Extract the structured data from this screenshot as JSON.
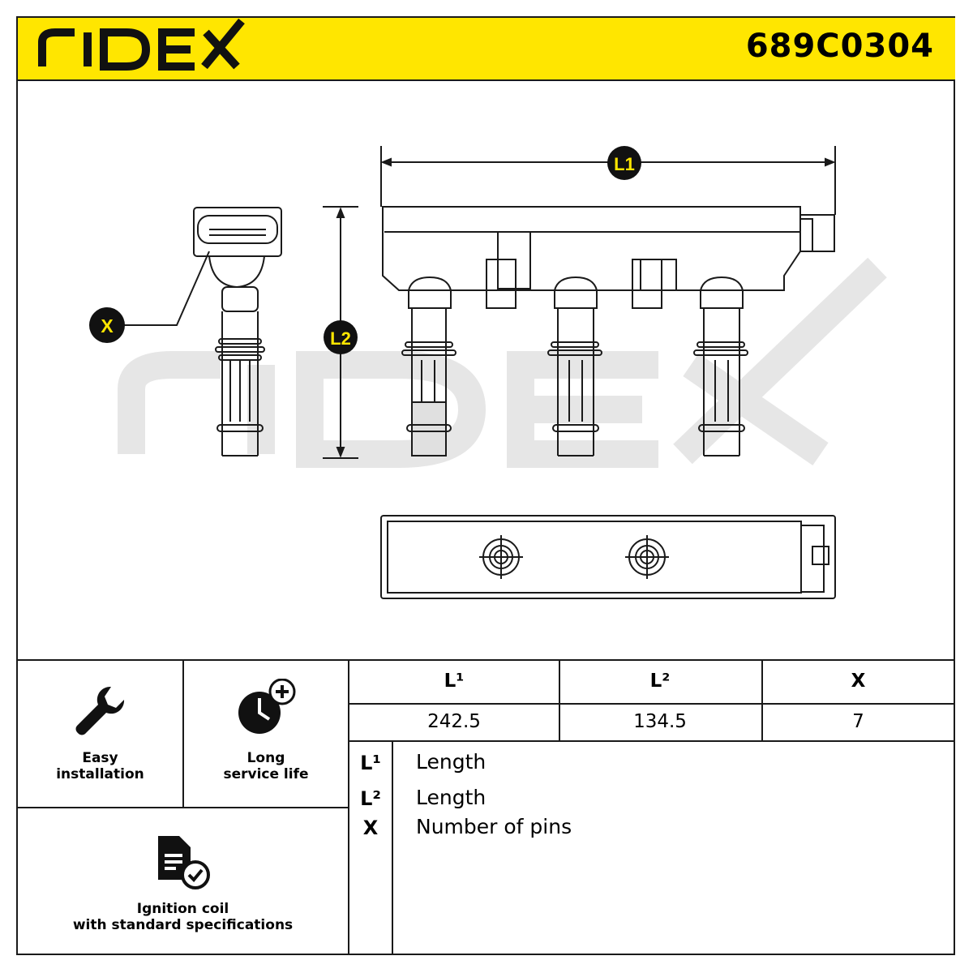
{
  "header": {
    "brand": "RIDEX",
    "part_number": "689C0304",
    "color": "#ffe600"
  },
  "drawing": {
    "watermark": "RIDEX",
    "markers": {
      "l1": "L1",
      "l2": "L2",
      "x": "X"
    }
  },
  "features": [
    {
      "icon": "wrench-icon",
      "label": "Easy\ninstallation"
    },
    {
      "icon": "clock-plus-icon",
      "label": "Long\nservice life"
    },
    {
      "icon": "document-check-icon",
      "label": "Ignition coil\nwith standard specifications"
    }
  ],
  "spec_table": {
    "headers": [
      "L¹",
      "L²",
      "X"
    ],
    "values": [
      "242.5",
      "134.5",
      "7"
    ]
  },
  "legend": [
    {
      "symbol": "L¹",
      "text": "Length"
    },
    {
      "symbol": "L²",
      "text": "Length"
    },
    {
      "symbol": "X",
      "text": "Number of pins"
    }
  ]
}
